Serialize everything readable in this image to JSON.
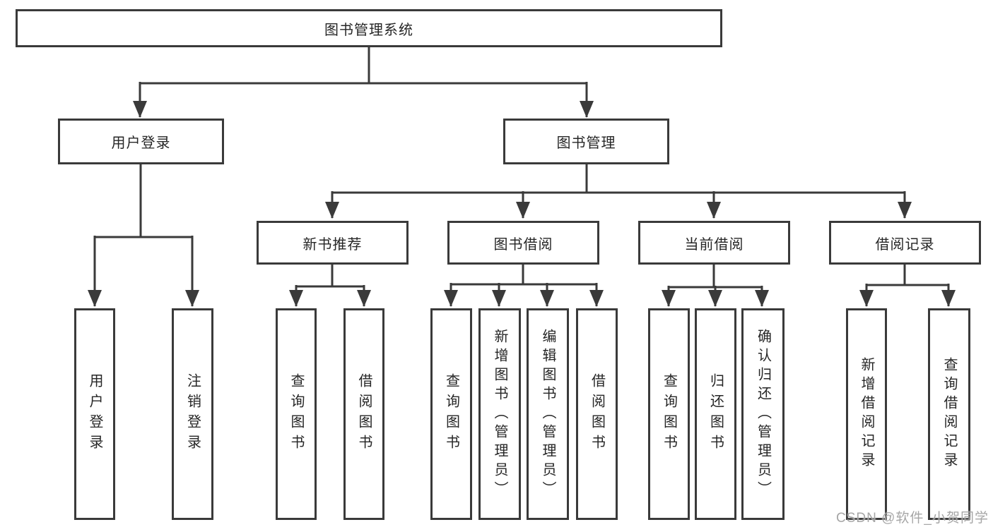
{
  "tree": {
    "root": {
      "label": "图书管理系统"
    },
    "login": {
      "label": "用户登录",
      "children": [
        {
          "label": "用户登录"
        },
        {
          "label": "注销登录"
        }
      ]
    },
    "management": {
      "label": "图书管理",
      "groups": [
        {
          "label": "新书推荐",
          "children": [
            {
              "label": "查询图书"
            },
            {
              "label": "借阅图书"
            }
          ]
        },
        {
          "label": "图书借阅",
          "children": [
            {
              "label": "查询图书"
            },
            {
              "label": "新增图书（管理员）"
            },
            {
              "label": "编辑图书（管理员）"
            },
            {
              "label": "借阅图书"
            }
          ]
        },
        {
          "label": "当前借阅",
          "children": [
            {
              "label": "查询图书"
            },
            {
              "label": "归还图书"
            },
            {
              "label": "确认归还（管理员）"
            }
          ]
        },
        {
          "label": "借阅记录",
          "children": [
            {
              "label": "新增借阅记录"
            },
            {
              "label": "查询借阅记录"
            }
          ]
        }
      ]
    }
  },
  "colors": {
    "line": "#3a3a3a",
    "text": "#262626",
    "watermark": "#9e9e9e"
  },
  "watermark": {
    "text": "CSDN @软件_小贺同学"
  }
}
